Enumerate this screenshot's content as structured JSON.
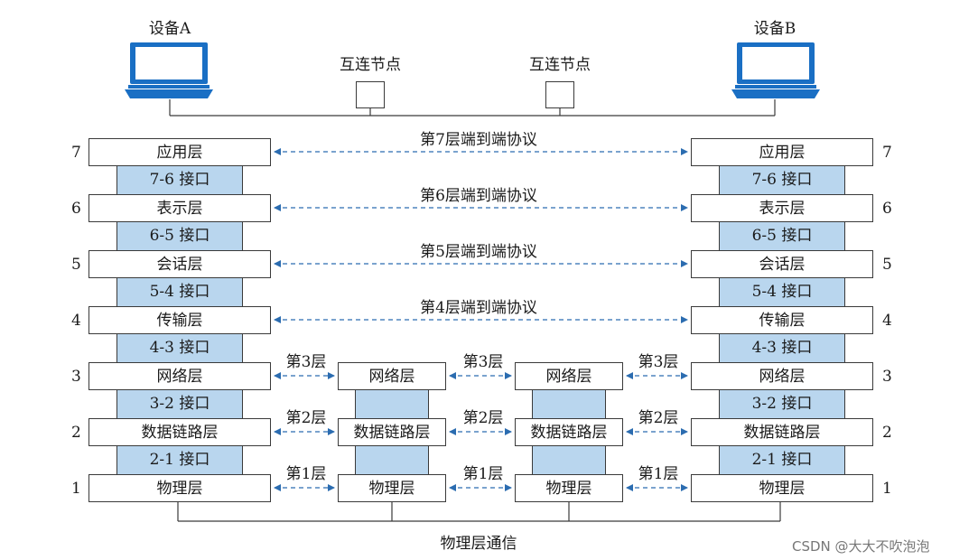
{
  "device_a_label": "设备A",
  "device_b_label": "设备B",
  "relay_node_labels": [
    "互连节点",
    "互连节点"
  ],
  "layers": [
    {
      "num": "7",
      "name": "应用层",
      "protocol": "第7层端到端协议"
    },
    {
      "num": "6",
      "name": "表示层",
      "protocol": "第6层端到端协议"
    },
    {
      "num": "5",
      "name": "会话层",
      "protocol": "第5层端到端协议"
    },
    {
      "num": "4",
      "name": "传输层",
      "protocol": "第4层端到端协议"
    },
    {
      "num": "3",
      "name": "网络层",
      "protocol": "第3层"
    },
    {
      "num": "2",
      "name": "数据链路层",
      "protocol": "第2层"
    },
    {
      "num": "1",
      "name": "物理层",
      "protocol": "第1层"
    }
  ],
  "interfaces": [
    "7-6 接口",
    "6-5 接口",
    "5-4 接口",
    "4-3 接口",
    "3-2 接口",
    "2-1 接口"
  ],
  "relay_layers": [
    "网络层",
    "数据链路层",
    "物理层"
  ],
  "bottom_label": "物理层通信",
  "watermark": "CSDN @大大不吹泡泡",
  "colors": {
    "interface_fill": "#b9d6ee",
    "device_blue": "#1a6fc4",
    "arrow": "#2b6cb0"
  }
}
